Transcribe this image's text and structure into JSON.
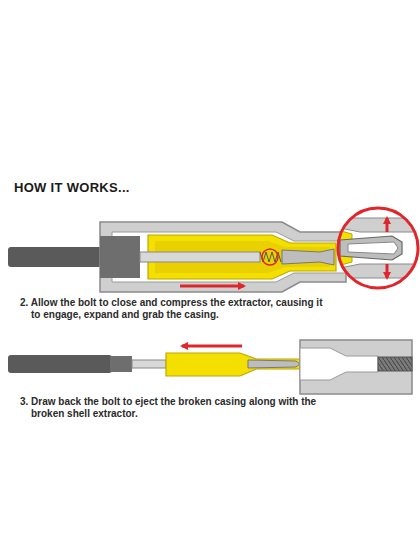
{
  "diagram": {
    "title": "HOW IT WORKS...",
    "labels": [
      "2. Allow the bolt to close and compress the extractor, causing it to engage, expand and grab the casing.",
      "3. Draw back the bolt to eject the broken casing along with the broken shell extractor."
    ]
  }
}
